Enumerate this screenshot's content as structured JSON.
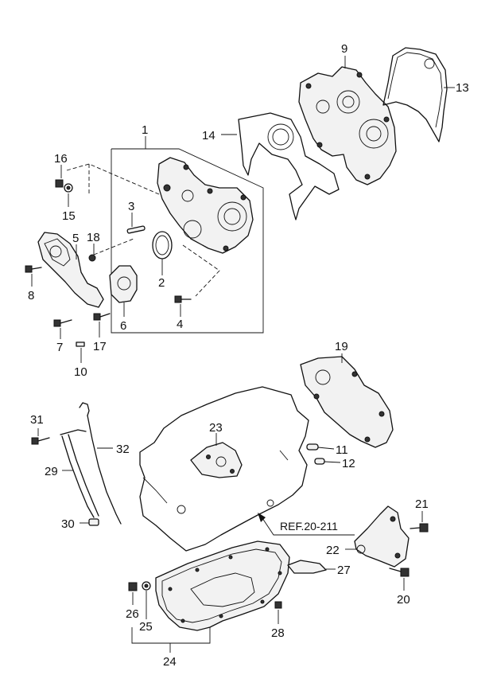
{
  "callouts": {
    "c1": "1",
    "c2": "2",
    "c3": "3",
    "c4": "4",
    "c5": "5",
    "c6": "6",
    "c7": "7",
    "c8": "8",
    "c9": "9",
    "c10": "10",
    "c11": "11",
    "c12": "12",
    "c13": "13",
    "c14": "14",
    "c15": "15",
    "c16": "16",
    "c17": "17",
    "c18": "18",
    "c19": "19",
    "c20": "20",
    "c21": "21",
    "c22": "22",
    "c23": "23",
    "c24": "24",
    "c25": "25",
    "c26": "26",
    "c27": "27",
    "c28": "28",
    "c29": "29",
    "c30": "30",
    "c31": "31",
    "c32": "32"
  },
  "reference": "REF.20-211"
}
